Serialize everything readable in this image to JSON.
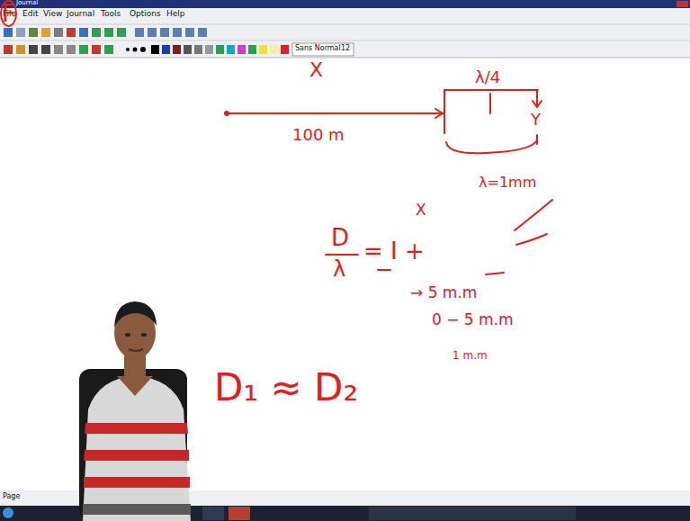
{
  "diagram": {
    "nodes": [
      {
        "text": [
          "F"
        ]
      }
    ],
    "labels": [
      "Journal",
      "File",
      "Edit",
      "View",
      "Journal",
      "Tools",
      "Options",
      "Help",
      "Sans Normal",
      "12",
      "X",
      "100 m",
      "λ/4",
      "Y",
      "λ=1mm",
      "X",
      "D",
      "λ",
      "= I +",
      "→ 5 m.m",
      "0 − 5 m.m",
      "1 m.m",
      "D₁ ≈ D₂",
      "Page"
    ]
  }
}
